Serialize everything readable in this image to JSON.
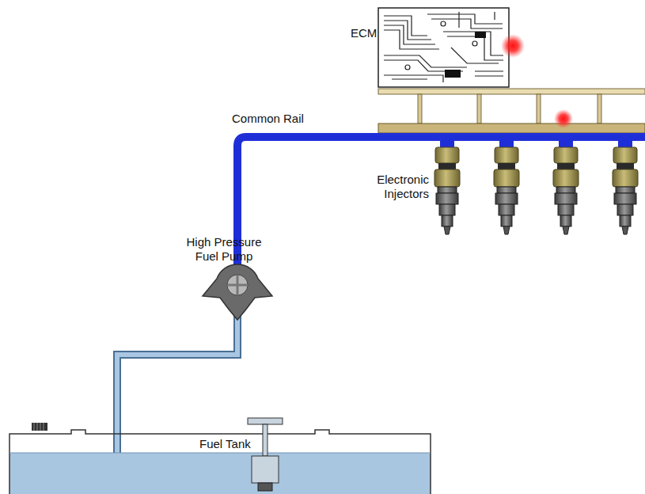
{
  "diagram": {
    "labels": [
      "ECM",
      "Common Rail",
      "Electronic Injectors",
      "High Pressure Fuel Pump",
      "Fuel Tank"
    ]
  }
}
